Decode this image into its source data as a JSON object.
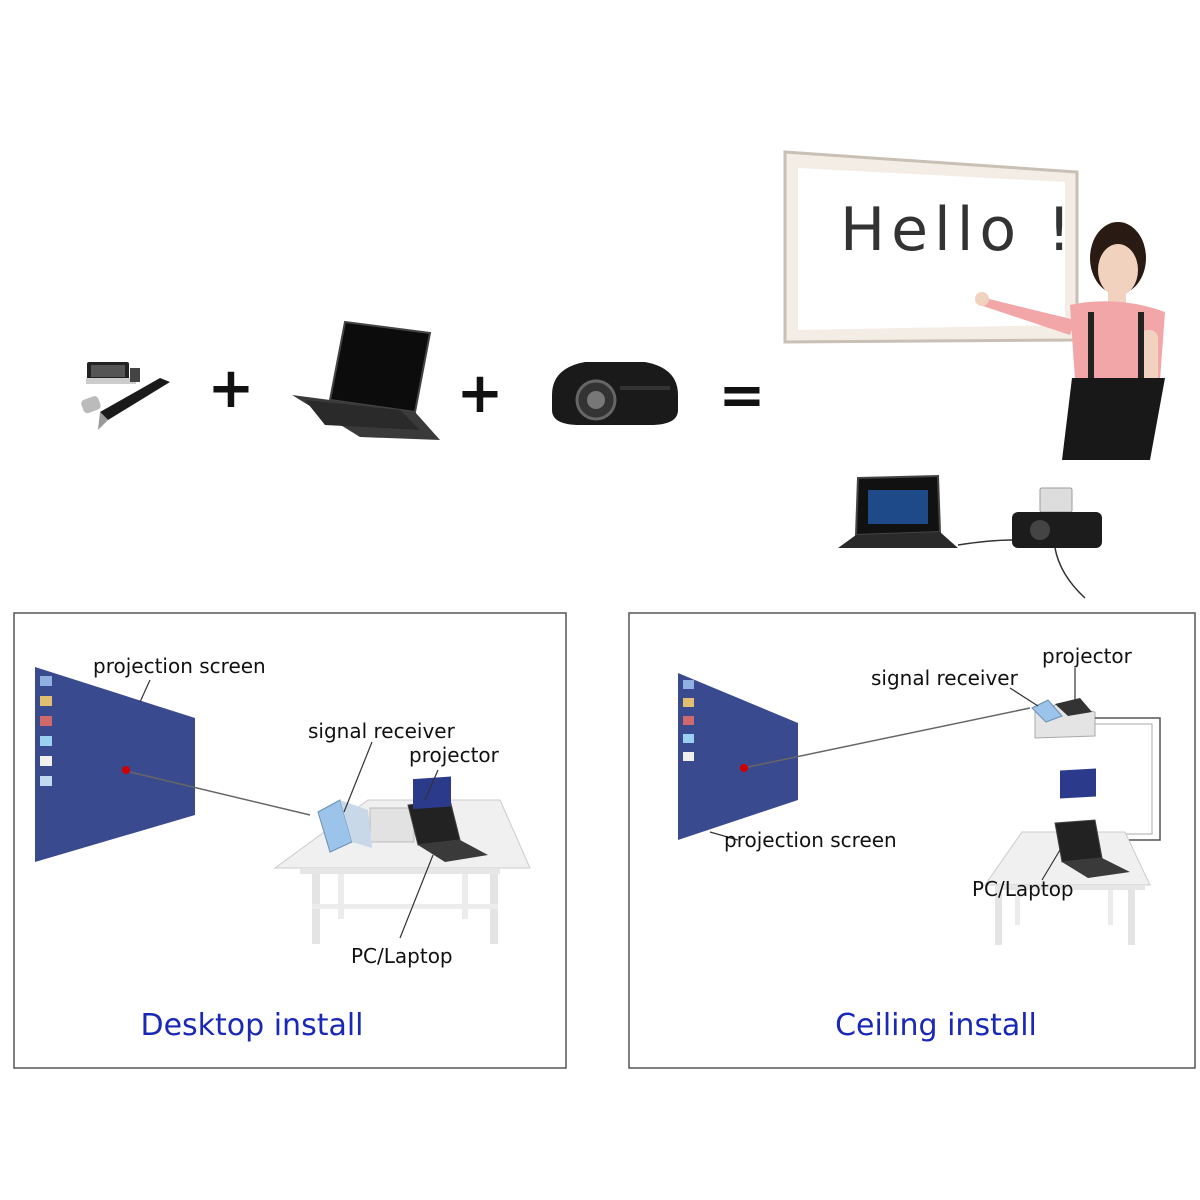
{
  "equation": {
    "plus1": "+",
    "plus2": "+",
    "equals": "="
  },
  "whiteboard": {
    "text": "Hello !"
  },
  "desktop": {
    "title": "Desktop install",
    "labels": {
      "screen": "projection screen",
      "receiver": "signal receiver",
      "projector": "projector",
      "pc": "PC/Laptop"
    }
  },
  "ceiling": {
    "title": "Ceiling install",
    "labels": {
      "screen": "projection screen",
      "receiver": "signal receiver",
      "projector": "projector",
      "pc": "PC/Laptop"
    }
  },
  "colors": {
    "screen_blue": "#3a4a8e",
    "title_blue": "#1a28b8",
    "laser_red": "#d00000"
  }
}
